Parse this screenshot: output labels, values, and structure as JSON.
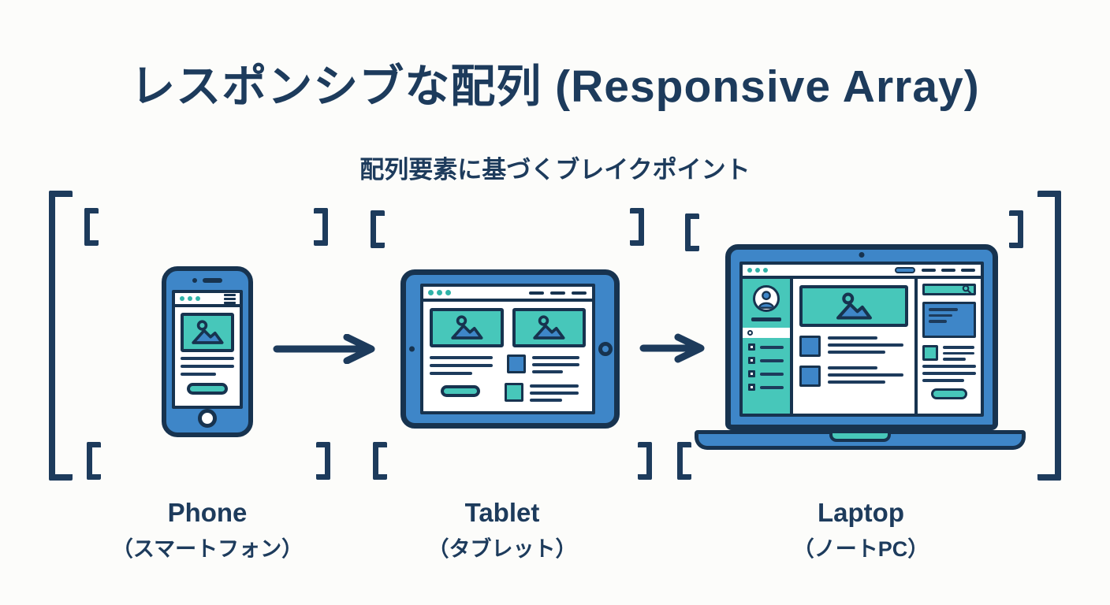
{
  "title": "レスポンシブな配列 (Responsive Array)",
  "subtitle": "配列要素に基づくブレイクポイント",
  "colors": {
    "navy_text": "#1d3b5c",
    "illustration_outline": "#17334f",
    "device_blue": "#3e86c8",
    "accent_teal": "#47c7ba",
    "browser_dot_teal": "#2fb3a8",
    "background": "#fcfcfa"
  },
  "devices": [
    {
      "id": "phone",
      "label": "Phone",
      "label_jp": "（スマートフォン）",
      "illustration": "smartphone-wireframe"
    },
    {
      "id": "tablet",
      "label": "Tablet",
      "label_jp": "（タブレット）",
      "illustration": "tablet-wireframe"
    },
    {
      "id": "laptop",
      "label": "Laptop",
      "label_jp": "（ノートPC）",
      "illustration": "laptop-wireframe"
    }
  ],
  "arrows": [
    {
      "from": "phone",
      "to": "tablet"
    },
    {
      "from": "tablet",
      "to": "laptop"
    }
  ]
}
